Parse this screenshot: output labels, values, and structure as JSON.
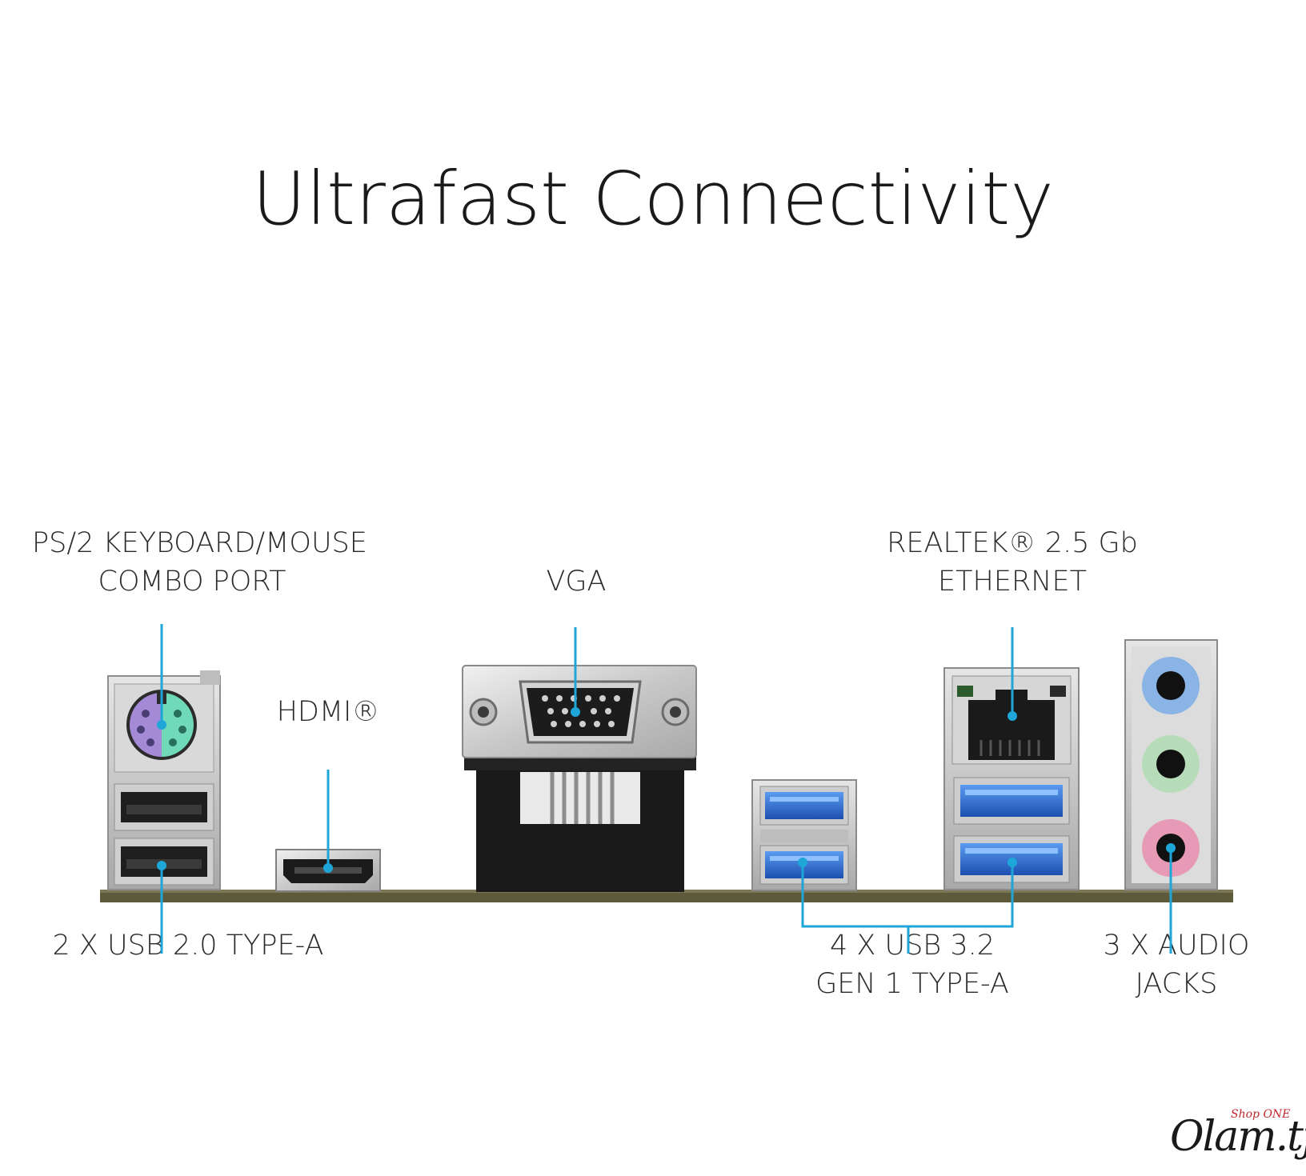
{
  "title": "Ultrafast Connectivity",
  "labels": {
    "ps2": {
      "line1": "PS/2 KEYBOARD/MOUSE",
      "line2": "COMBO PORT"
    },
    "vga": {
      "line1": "VGA"
    },
    "hdmi": {
      "line1": "HDMI®"
    },
    "ethernet": {
      "line1": "REALTEK® 2.5 Gb",
      "line2": "ETHERNET"
    },
    "usb2": {
      "line1": "2 X USB 2.0 TYPE-A"
    },
    "usb3": {
      "line1": "4 X USB 3.2",
      "line2": "GEN 1 TYPE-A"
    },
    "audio": {
      "line1": "3 X AUDIO",
      "line2": "JACKS"
    }
  },
  "colors": {
    "callout": "#1ea6d8",
    "usb3_blue": "#2f6fd6",
    "audio_blue": "#8ab4e6",
    "audio_green": "#b7dcb9",
    "audio_pink": "#e79ab5",
    "ps2_purple": "#a48ad6",
    "ps2_green": "#6fd9b8"
  },
  "watermark": {
    "main": "Olam.tj",
    "small": "Shop ONE"
  }
}
